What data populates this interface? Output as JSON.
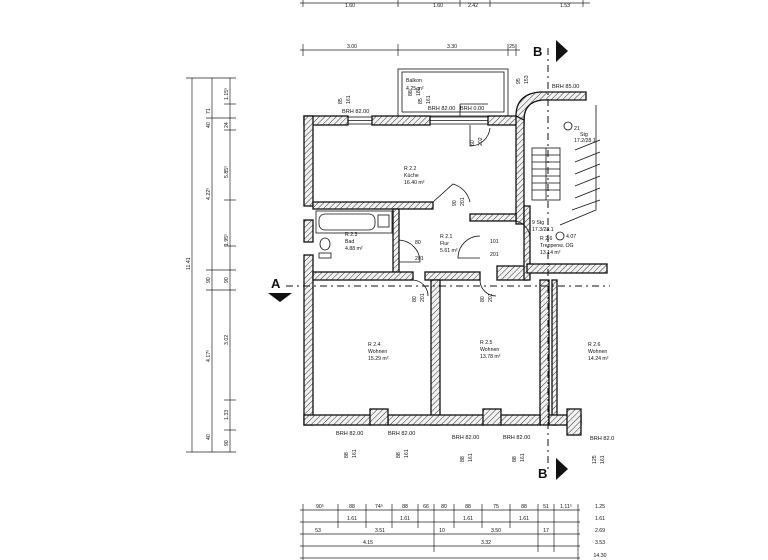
{
  "top_strip": {
    "d1": "1.60",
    "d2": "1.60",
    "d3": "2.42",
    "d4": "1.53"
  },
  "top_dims": {
    "d1": "3.00",
    "d2": "3.30",
    "d3": "25"
  },
  "balcony": {
    "label": "Balkon",
    "area": "4.25 m²"
  },
  "sill_labels": {
    "top1": "BRH 82.00",
    "top2": "BRH 82.00",
    "top3": "BRH 0.00",
    "stair": "BRH 85.00",
    "bot1": "BRH 82.00",
    "bot2": "BRH 82.00",
    "bot3": "BRH 82.00",
    "bot4": "BRH 82.00",
    "bot5": "BRH 82.0"
  },
  "opening_dims": {
    "w1": "85",
    "w1h": "161",
    "w2": "85",
    "w2h": "161",
    "b1": "88",
    "b2": "180",
    "b3": "95",
    "b4": "153",
    "d1": "60",
    "d1h": "202",
    "d2": "90",
    "d2h": "201",
    "d3": "80",
    "d3h": "201",
    "d4": "101",
    "d4h": "201",
    "d5": "80",
    "d5h": "201",
    "d6": "80",
    "d6h": "201",
    "wb1": "88",
    "wb1h": "161",
    "wb2": "88",
    "wb2h": "161",
    "wb3": "88",
    "wb3h": "161",
    "wb4": "88",
    "wb4h": "161",
    "wb5": "125",
    "wb5h": "161"
  },
  "rooms": {
    "r22": {
      "id": "R 2.2",
      "name": "Küche",
      "area": "16.40 m²"
    },
    "r23": {
      "id": "R 2.3",
      "name": "Bad",
      "area": "4.88 m²"
    },
    "r21": {
      "id": "R 2.1",
      "name": "Flur",
      "area": "5.61 m²"
    },
    "r26": {
      "id": "R 2.6",
      "name": "Treppenw. OG",
      "area": "13.14 m²"
    },
    "r24": {
      "id": "R 2.4",
      "name": "Wohnen",
      "area": "15.29 m²"
    },
    "r25": {
      "id": "R 2.5",
      "name": "Wohnen",
      "area": "13.78 m²"
    },
    "r2g": {
      "id": "R 2.6",
      "name": "Wohnen",
      "area": "14.24 m²"
    }
  },
  "stair": {
    "s1": "21",
    "s1b": "Stg",
    "s1c": "17.2/28.1",
    "s2": "9 Stg",
    "s2b": "17.3/28.1",
    "lvl": "4.07"
  },
  "section_marks": {
    "a": "A",
    "b_top": "B",
    "b_bottom": "B"
  },
  "left_dims": [
    "11.41",
    "4.22⁵",
    "1.95⁵",
    "90",
    "3.02",
    "4.17⁵",
    "1.33",
    "90",
    "5.85⁵",
    "1.15⁵",
    "71",
    "40",
    "24",
    "40",
    "90"
  ],
  "bottom_dims": {
    "row1": [
      "90⁵",
      "88",
      "74⁵",
      "88",
      "66",
      "80",
      "88",
      "75",
      "88",
      "51",
      "1.11⁵",
      "1.25"
    ],
    "row2": [
      "1.61",
      "1.61",
      "1.61",
      "1.61",
      "1.61"
    ],
    "row3": [
      "53",
      "3.51",
      "10",
      "3.50",
      "17",
      "2.69"
    ],
    "row4": [
      "4.15",
      "3.32",
      "3.53"
    ],
    "row5": "14.30"
  }
}
